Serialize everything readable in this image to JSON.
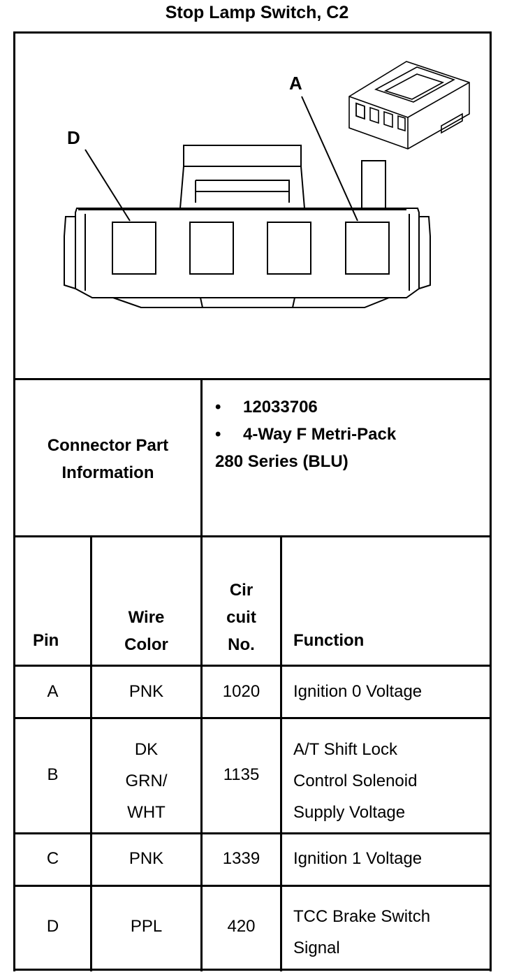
{
  "title": "Stop Lamp Switch, C2",
  "diagram": {
    "callouts": [
      "A",
      "D"
    ]
  },
  "connector_info": {
    "label": "Connector Part Information",
    "items": [
      "12033706",
      "4-Way F Metri-Pack"
    ],
    "continuation": "280 Series (BLU)"
  },
  "table": {
    "headers": {
      "pin": "Pin",
      "wire_color": [
        "Wire",
        "Color"
      ],
      "circuit": [
        "Cir",
        "cuit",
        "No."
      ],
      "function": "Function"
    },
    "rows": [
      {
        "pin": "A",
        "wire_color": [
          "PNK"
        ],
        "circuit": "1020",
        "function": [
          "Ignition 0 Voltage"
        ]
      },
      {
        "pin": "B",
        "wire_color": [
          "DK",
          "GRN/",
          "WHT"
        ],
        "circuit": "1135",
        "function": [
          "A/T Shift Lock",
          "Control Solenoid",
          "Supply Voltage"
        ]
      },
      {
        "pin": "C",
        "wire_color": [
          "PNK"
        ],
        "circuit": "1339",
        "function": [
          "Ignition 1 Voltage"
        ]
      },
      {
        "pin": "D",
        "wire_color": [
          "PPL"
        ],
        "circuit": "420",
        "function": [
          "TCC Brake Switch",
          "Signal"
        ]
      }
    ]
  }
}
